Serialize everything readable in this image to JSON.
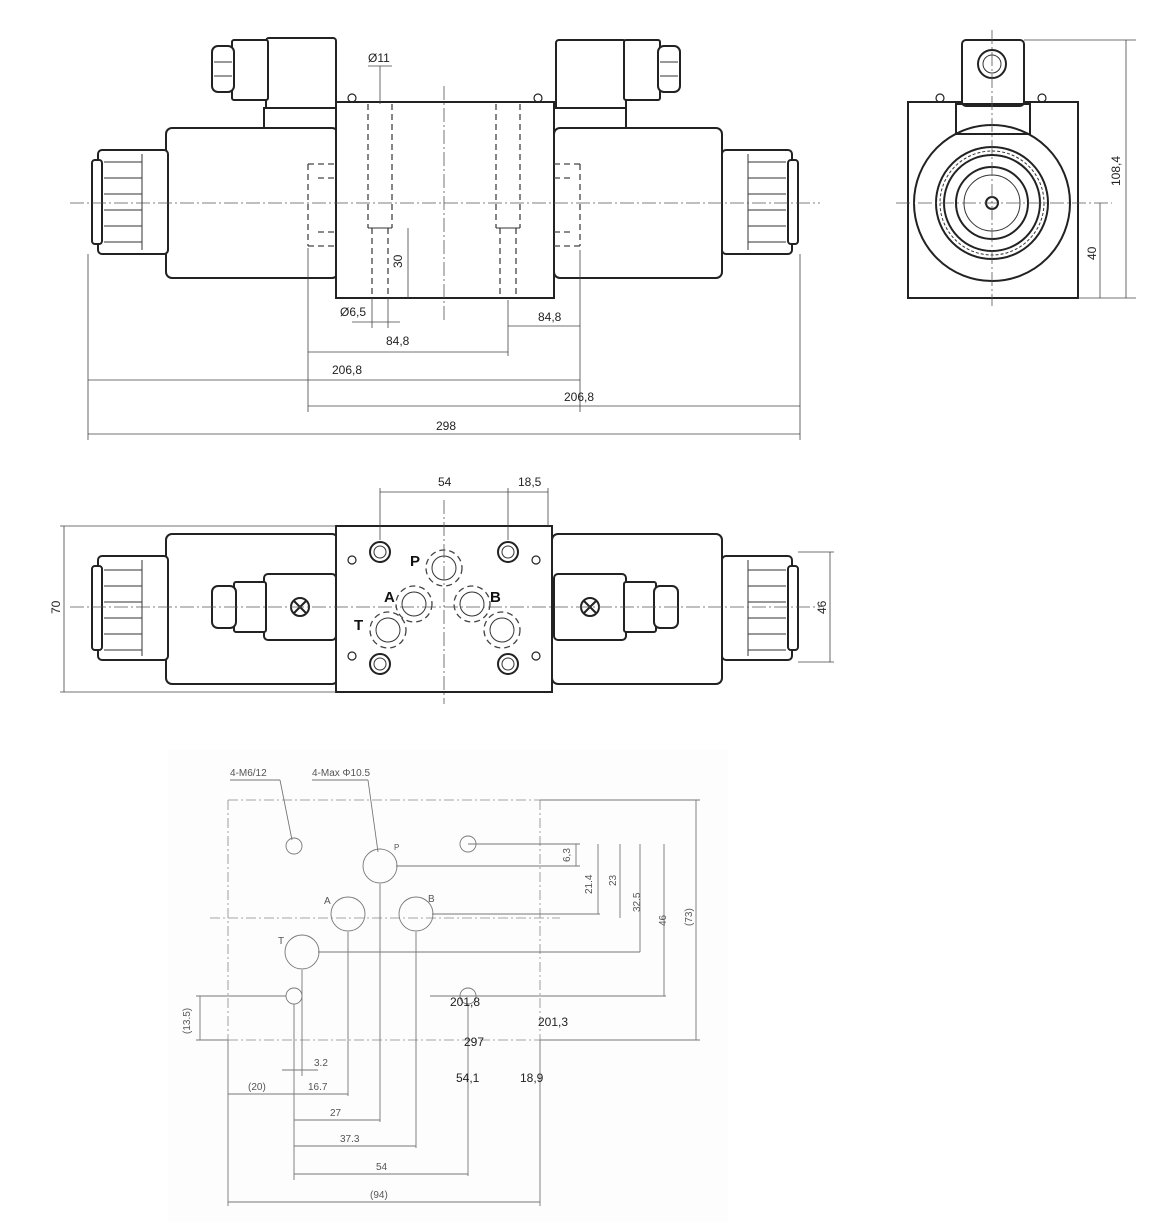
{
  "top_view": {
    "dim_port_dia": "Ø11",
    "dim_bolt_dia": "Ø6,5",
    "dim_depth": "30",
    "dim_port_spacing_a": "84,8",
    "dim_port_spacing_b": "84,8",
    "dim_half_left": "206,8",
    "dim_half_right": "206,8",
    "dim_total": "298"
  },
  "side_view": {
    "dim_height": "108,4",
    "dim_axis_height": "40"
  },
  "front_view": {
    "dim_port_center": "54",
    "dim_port_offset": "18,5",
    "dim_width": "70",
    "dim_body": "46",
    "ports": {
      "p": "P",
      "a": "A",
      "b": "B",
      "t": "T"
    }
  },
  "mounting_pattern": {
    "label_bolts": "4-M6/12",
    "label_ports": "4-Max Φ10.5",
    "ports": {
      "p": "P",
      "a": "A",
      "b": "B",
      "t": "T"
    },
    "dims": {
      "d63": "6,3",
      "d214": "21.4",
      "d23": "23",
      "d325": "32.5",
      "d46": "46",
      "d73": "(73)",
      "d135": "(13.5)",
      "d20": "(20)",
      "d32": "3.2",
      "d167": "16.7",
      "d27": "27",
      "d373": "37.3",
      "d54": "54",
      "d94": "(94)"
    },
    "overlay": {
      "v2018": "201,8",
      "v2013": "201,3",
      "v297": "297",
      "v541": "54,1",
      "v189": "18,9"
    }
  }
}
